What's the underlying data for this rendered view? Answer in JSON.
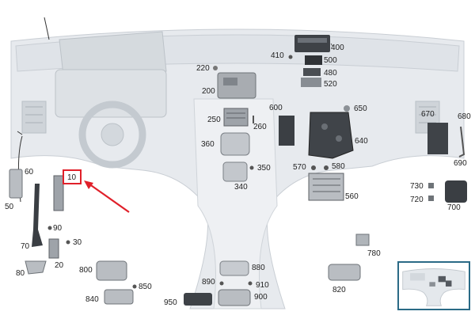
{
  "callouts": {
    "c10": "10",
    "c20": "20",
    "c30": "30",
    "c50": "50",
    "c60": "60",
    "c70": "70",
    "c80": "80",
    "c90": "90",
    "c200": "200",
    "c220": "220",
    "c250": "250",
    "c260": "260",
    "c340": "340",
    "c350": "350",
    "c360": "360",
    "c400": "400",
    "c410": "410",
    "c480": "480",
    "c500": "500",
    "c520": "520",
    "c560": "560",
    "c570": "570",
    "c580": "580",
    "c600": "600",
    "c640": "640",
    "c650": "650",
    "c670": "670",
    "c680": "680",
    "c690": "690",
    "c700": "700",
    "c720": "720",
    "c730": "730",
    "c780": "780",
    "c800": "800",
    "c820": "820",
    "c840": "840",
    "c850": "850",
    "c880": "880",
    "c890": "890",
    "c900": "900",
    "c910": "910",
    "c950": "950"
  },
  "colors": {
    "dashboard": "#e7eaee",
    "dashboard_edge": "#c9ced4",
    "part": "#b9bdc2",
    "part_dark": "#3e4247",
    "highlight": "#e0202a",
    "thumbnail_border": "#2a6a86"
  }
}
